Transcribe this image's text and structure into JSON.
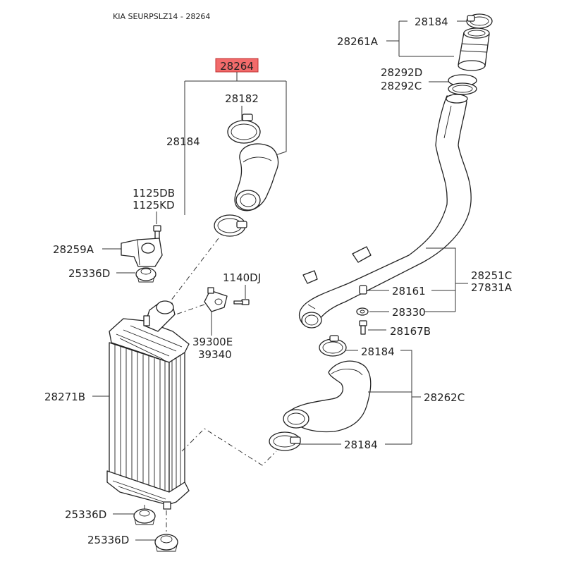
{
  "header": {
    "title": "KIA SEURPSLZ14 - 28264"
  },
  "highlight": {
    "color": "#f26b6b"
  },
  "labels": {
    "assembly": "28264",
    "clamp_a": "28182",
    "hose_clamp_left": "28184",
    "bolt_a": "1125DB",
    "bolt_b": "1125KD",
    "bracket": "28259A",
    "grommet_top": "25336D",
    "bolt_c": "1140DJ",
    "sensor_a": "39300E",
    "sensor_b": "39340",
    "intercooler": "28271B",
    "grommet_mid": "25336D",
    "grommet_bot": "25336D",
    "clamp_top_right": "28184",
    "hose_top_right": "28261A",
    "clamp_d": "28292D",
    "clamp_c": "28292C",
    "pipe_a": "28251C",
    "pipe_b": "27831A",
    "plug": "28161",
    "washer": "28330",
    "bolt_d": "28167B",
    "clamp_lower_a": "28184",
    "hose_lower": "28262C",
    "clamp_lower_b": "28184"
  }
}
